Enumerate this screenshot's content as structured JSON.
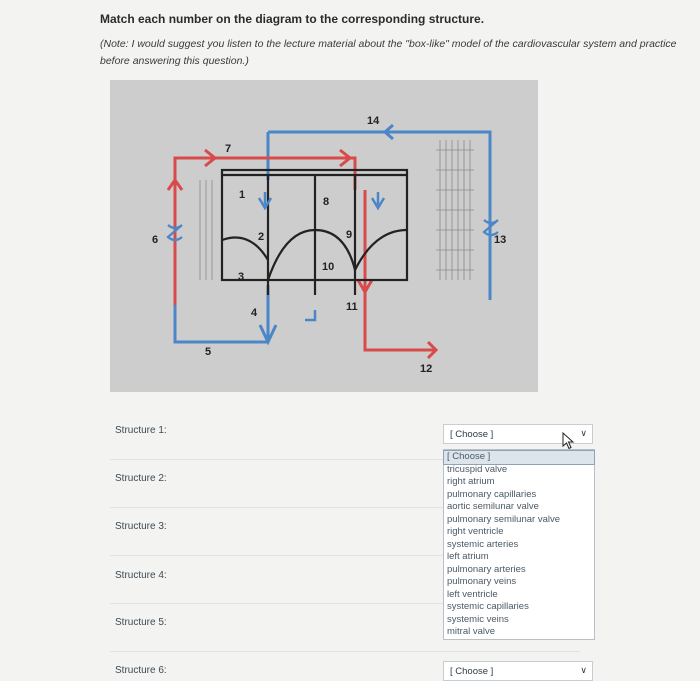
{
  "question": {
    "title": "Match each number on the diagram to the corresponding structure.",
    "note": "(Note: I would suggest you listen to the lecture material about the \"box-like\" model of the cardiovascular system and practice before answering this question.)"
  },
  "diagram": {
    "labels": [
      "1",
      "2",
      "3",
      "4",
      "5",
      "6",
      "7",
      "8",
      "9",
      "10",
      "11",
      "12",
      "13",
      "14"
    ],
    "colors": {
      "red": "#d94a4a",
      "blue": "#4a86c8",
      "black": "#222222",
      "background": "#cdcdcd"
    }
  },
  "structures": [
    {
      "label": "Structure 1:",
      "selected": "[ Choose ]"
    },
    {
      "label": "Structure 2:",
      "selected": ""
    },
    {
      "label": "Structure 3:",
      "selected": ""
    },
    {
      "label": "Structure 4:",
      "selected": ""
    },
    {
      "label": "Structure 5:",
      "selected": ""
    },
    {
      "label": "Structure 6:",
      "selected": "[ Choose ]"
    }
  ],
  "dropdown": {
    "options": [
      "[ Choose ]",
      "tricuspid valve",
      "right atrium",
      "pulmonary capillaries",
      "aortic semilunar valve",
      "pulmonary semilunar valve",
      "right ventricle",
      "systemic arteries",
      "left atrium",
      "pulmonary arteries",
      "pulmonary veins",
      "left ventricle",
      "systemic capillaries",
      "systemic veins",
      "mitral valve"
    ],
    "highlighted_index": 0
  },
  "icons": {
    "select_chevron": "chevron-down-icon",
    "cursor": "pointer-cursor-icon"
  }
}
